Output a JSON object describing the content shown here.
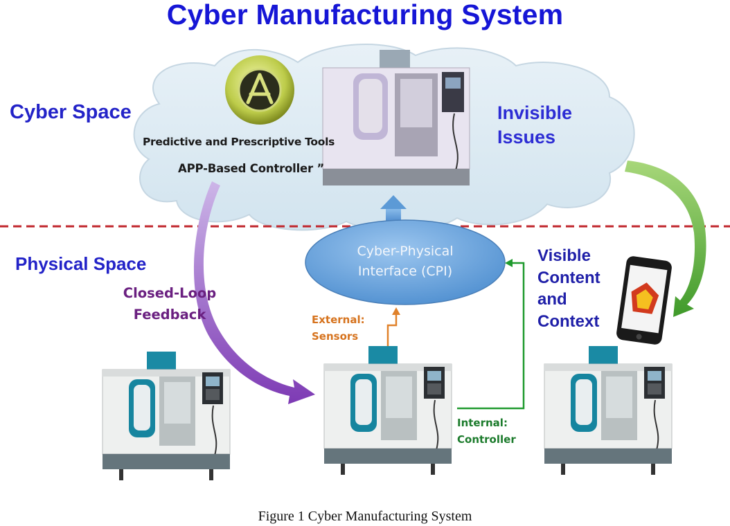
{
  "title": "Cyber Manufacturing System",
  "cyber_space_label": "Cyber Space",
  "physical_space_label": "Physical Space",
  "cloud": {
    "tools_label": "Predictive and Prescriptive Tools",
    "controller_label": "APP-Based Controller ”"
  },
  "invisible_issues": [
    "Invisible",
    "Issues"
  ],
  "cpi": [
    "Cyber-Physical",
    "Interface (CPI)"
  ],
  "closed_loop": [
    "Closed-Loop",
    "Feedback"
  ],
  "external_sensors": [
    "External:",
    "Sensors"
  ],
  "internal_controller": [
    "Internal:",
    "Controller"
  ],
  "visible_content": [
    "Visible",
    "Content",
    "and",
    "Context"
  ],
  "caption": "Figure 1 Cyber Manufacturing System",
  "colors": {
    "title": "#1616d6",
    "cloud": "#d8e8f2",
    "cpi": "#6ea6dc",
    "separator": "#c0262c",
    "feedback_arrow": "#9a6fc8",
    "context_arrow": "#5fae3a",
    "controller_line": "#1f9a2e",
    "sensor_line": "#e0812a",
    "machine_accent": "#1a8aa4"
  },
  "icons": [
    "app-store-icon",
    "cnc-machine-icon",
    "smartphone-icon"
  ]
}
